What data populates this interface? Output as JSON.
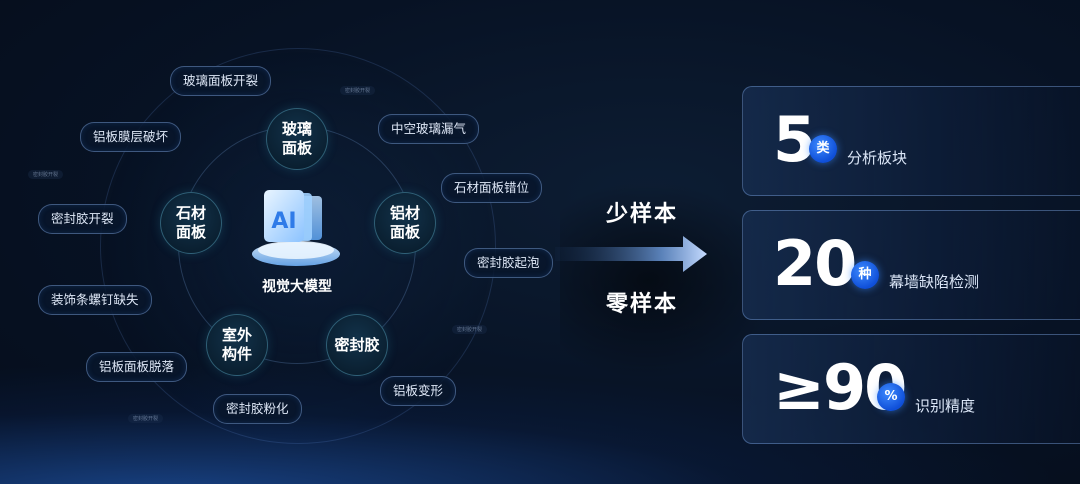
{
  "center": {
    "icon_text": "AI",
    "label": "视觉大模型"
  },
  "core_nodes": [
    "玻璃\n面板",
    "铝材\n面板",
    "密封胶",
    "室外\n构件",
    "石材\n面板"
  ],
  "defects": [
    "玻璃面板开裂",
    "中空玻璃漏气",
    "石材面板错位",
    "密封胶起泡",
    "铝板变形",
    "密封胶粉化",
    "铝板面板脱落",
    "装饰条螺钉缺失",
    "密封胶开裂",
    "铝板膜层破坏"
  ],
  "faint_tags": [
    "密封胶开裂",
    "密封胶开裂",
    "密封胶开裂",
    "密封胶开裂"
  ],
  "flow": {
    "top": "少样本",
    "bottom": "零样本"
  },
  "stats": [
    {
      "value": "5",
      "unit": "类",
      "label": "分析板块"
    },
    {
      "value": "20",
      "unit": "种",
      "label": "幕墙缺陷检测"
    },
    {
      "value": "≥90",
      "unit": "%",
      "label": "识别精度"
    }
  ],
  "colors": {
    "accent": "#1a5ff0",
    "node_border": "#5aaac8",
    "background": "#071224"
  }
}
